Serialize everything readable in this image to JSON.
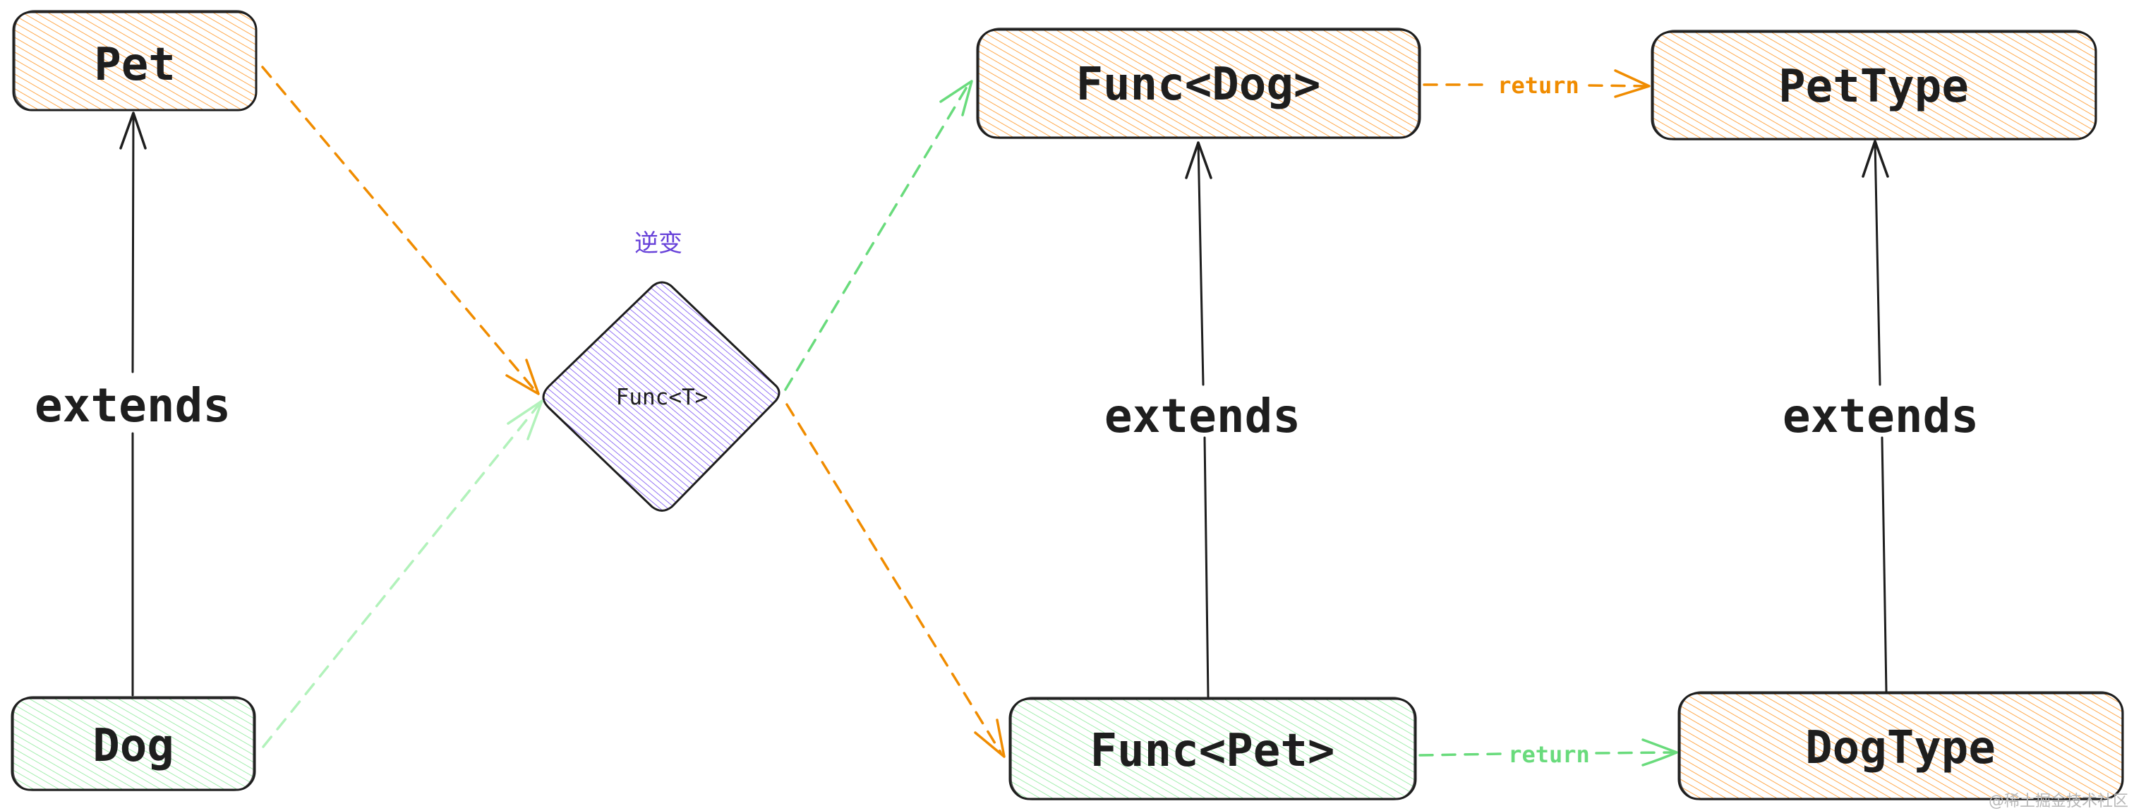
{
  "diagram": {
    "title_annotation": "逆变",
    "colors": {
      "stroke": "#1e1e1e",
      "orange_fill": "#ffa94d",
      "orange_line": "#f08c00",
      "green_fill": "#8ce99a",
      "green_line": "#40c057",
      "green_light_line": "#b2f2bb",
      "purple_fill": "#7950f2",
      "purple_text": "#6741d9",
      "watermark": "#b8b8b8"
    },
    "nodes": {
      "pet": {
        "label": "Pet",
        "fill": "orange"
      },
      "dog": {
        "label": "Dog",
        "fill": "green"
      },
      "func_t": {
        "label": "Func<T>",
        "fill": "purple",
        "shape": "diamond"
      },
      "func_dog": {
        "label": "Func<Dog>",
        "fill": "orange"
      },
      "func_pet": {
        "label": "Func<Pet>",
        "fill": "green"
      },
      "pet_type": {
        "label": "PetType",
        "fill": "orange"
      },
      "dog_type": {
        "label": "DogType",
        "fill": "orange"
      }
    },
    "edges": {
      "dog_extends_pet": {
        "from": "Dog",
        "to": "Pet",
        "label": "extends",
        "style": "solid"
      },
      "funcpet_extends_funcdog": {
        "from": "Func<Pet>",
        "to": "Func<Dog>",
        "label": "extends",
        "style": "solid"
      },
      "dogtype_extends_pettype": {
        "from": "DogType",
        "to": "PetType",
        "label": "extends",
        "style": "solid"
      },
      "funcdog_return_pettype": {
        "from": "Func<Dog>",
        "to": "PetType",
        "label": "return",
        "style": "dashed",
        "color": "orange"
      },
      "funcpet_return_dogtype": {
        "from": "Func<Pet>",
        "to": "DogType",
        "label": "return",
        "style": "dashed",
        "color": "green"
      },
      "pet_to_funct": {
        "from": "Pet",
        "to": "Func<T>",
        "label": "",
        "style": "dashed",
        "color": "orange"
      },
      "dog_to_funct": {
        "from": "Dog",
        "to": "Func<T>",
        "label": "",
        "style": "dashed",
        "color": "green-light"
      },
      "funct_to_funcdog": {
        "from": "Func<T>",
        "to": "Func<Dog>",
        "label": "",
        "style": "dashed",
        "color": "green"
      },
      "funct_to_funcpet": {
        "from": "Func<T>",
        "to": "Func<Pet>",
        "label": "",
        "style": "dashed",
        "color": "orange"
      }
    },
    "watermark": "@稀土掘金技术社区"
  }
}
